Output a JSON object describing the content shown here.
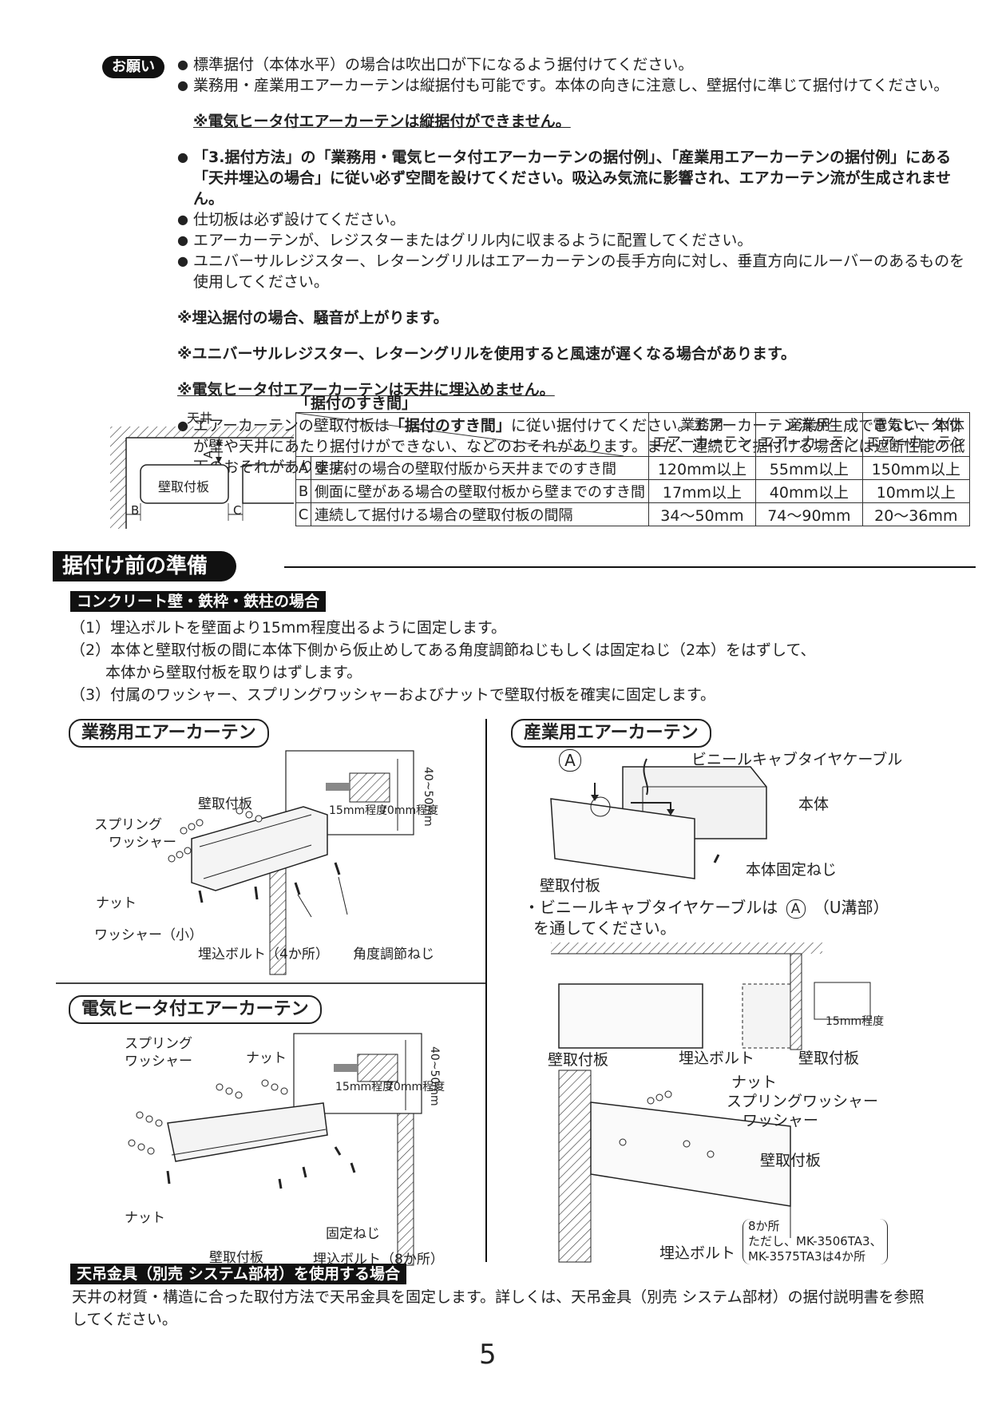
{
  "notes": {
    "badge": "お願い",
    "items": [
      {
        "text": "標準据付（本体水平）の場合は吹出口が下になるよう据付けてください。",
        "bold": false
      },
      {
        "text": "業務用・産業用エアーカーテンは縦据付も可能です。本体の向きに注意し、壁据付に準じて据付けてください。",
        "bold": false
      },
      {
        "text": "※電気ヒータ付エアーカーテンは縦据付ができません。",
        "bold": true,
        "kind": "sub"
      },
      {
        "text": "「3.据付方法」の「業務用・電気ヒータ付エアーカーテンの据付例」、「産業用エアーカーテンの据付例」にある「天井埋込の場合」に従い必ず空間を設けてください。吸込み気流に影響され、エアカーテン流が生成されません。",
        "bold": true
      },
      {
        "text": "仕切板は必ず設けてください。",
        "bold": false
      },
      {
        "text": "エアーカーテンが、レジスターまたはグリル内に収まるように配置してください。",
        "bold": false
      },
      {
        "text": "ユニバーサルレジスター、レターングリルはエアーカーテンの長手方向に対し、垂直方向にルーバーのあるものを使用してください。",
        "bold": false
      },
      {
        "text": "※埋込据付の場合、騒音が上がります。",
        "bold": true,
        "kind": "kome"
      },
      {
        "text": "※ユニバーサルレジスター、レターングリルを使用すると風速が遅くなる場合があります。",
        "bold": true,
        "kind": "kome"
      },
      {
        "text": "※電気ヒータ付エアーカーテンは天井に埋込めません。",
        "bold": true,
        "kind": "kome"
      }
    ],
    "last_item_pre": "エアーカーテンの壁取付板は",
    "last_item_bold": "「据付のすき間」",
    "last_item_post": "に従い据付けてください。エアーカーテン流が生成できない、本体が壁や天井にあたり据付けができない、などのおそれがあります。また、連続して据付ける場合には遮断性能の低下のおそれがあります。"
  },
  "gap_table": {
    "title": "「据付のすき間」",
    "headers": [
      "業務用\nエアーカーテン",
      "産業用\nエアーカーテン",
      "電気ヒータ付\nエアーカーテン"
    ],
    "rows": [
      {
        "key": "A",
        "desc": "壁据付の場合の壁取付版から天井までのすき間",
        "values": [
          "120mm以上",
          "55mm以上",
          "150mm以上"
        ]
      },
      {
        "key": "B",
        "desc": "側面に壁がある場合の壁取付板から壁までのすき間",
        "values": [
          "17mm以上",
          "40mm以上",
          "10mm以上"
        ]
      },
      {
        "key": "C",
        "desc": "連続して据付ける場合の壁取付板の間隔",
        "values": [
          "34～50mm",
          "74～90mm",
          "20～36mm"
        ]
      }
    ],
    "diagram": {
      "ceiling": "天井",
      "plate": "壁取付板",
      "a": "A",
      "b": "B",
      "c": "C"
    }
  },
  "section": {
    "title": "据付け前の準備",
    "concrete_heading": "コンクリート壁・鉄枠・鉄柱の場合",
    "steps": [
      "（1）埋込ボルトを壁面より15mm程度出るように固定します。",
      "（2）本体と壁取付板の間に本体下側から仮止めしてある角度調節ねじもしくは固定ねじ（2本）をはずして、",
      "　　 本体から壁取付板を取りはずします。",
      "（3）付属のワッシャー、スプリングワッシャーおよびナットで壁取付板を確実に固定します。"
    ]
  },
  "fig_business": {
    "title": "業務用エアーカーテン",
    "labels": {
      "plate": "壁取付板",
      "spring1": "スプリング",
      "spring2": "ワッシャー",
      "nut": "ナット",
      "washer_small": "ワッシャー（小）",
      "bolt": "埋込ボルト（4か所）",
      "angle_screw": "角度調節ねじ",
      "d15": "15mm程度",
      "d70": "70mm程度",
      "d4050": "40~50mm"
    }
  },
  "fig_industrial": {
    "title": "産業用エアーカーテン",
    "labels": {
      "a_mark": "A",
      "cable": "ビニールキャブタイヤケーブル",
      "body": "本体",
      "fix_screw": "本体固定ねじ",
      "plate": "壁取付板",
      "note1": "・ビニールキャブタイヤケーブルは",
      "note_a": "A",
      "note2": "（U溝部）",
      "note3": "を通してください。",
      "plate2": "壁取付板",
      "bolt": "埋込ボルト",
      "plate3": "壁取付板",
      "d15": "15mm程度",
      "nut": "ナット",
      "spring": "スプリングワッシャー",
      "washer": "ワッシャー",
      "plate4": "壁取付板",
      "bolt2": "埋込ボルト",
      "bolt_note1": "8か所",
      "bolt_note2": "ただし、MK-3506TA3、",
      "bolt_note3": "MK-3575TA3は4か所"
    }
  },
  "fig_heater": {
    "title": "電気ヒータ付エアーカーテン",
    "labels": {
      "spring1": "スプリング",
      "spring2": "ワッシャー",
      "nut_top": "ナット",
      "nut_bottom": "ナット",
      "plate": "壁取付板",
      "fix_screw": "固定ねじ",
      "bolt": "埋込ボルト（8か所）",
      "d15": "15mm程度",
      "d70": "70mm程度",
      "d4050": "40~50mm"
    }
  },
  "ceiling_section": {
    "heading": "天吊金具（別売 システム部材）を使用する場合",
    "text": "天井の材質・構造に合った取付方法で天吊金具を固定します。詳しくは、天吊金具（別売 システム部材）の据付説明書を参照してください。"
  },
  "page_number": "5"
}
